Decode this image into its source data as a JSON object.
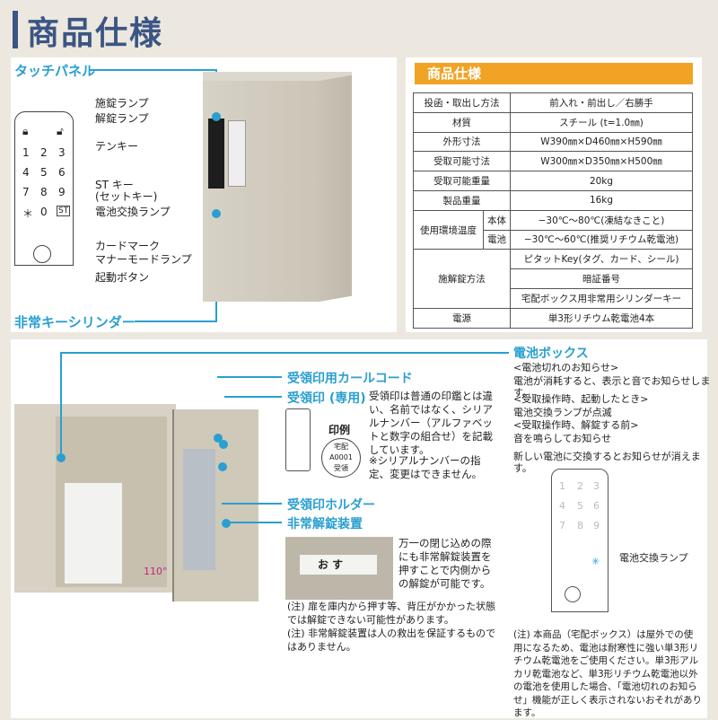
{
  "page_title": "商品仕様",
  "top_left": {
    "touch_panel_label": "タッチパネル",
    "emergency_cylinder_label": "非常キーシリンダー",
    "callouts": {
      "lock_lamp": "施錠ランプ",
      "unlock_lamp": "解錠ランプ",
      "tenkey": "テンキー",
      "st_key_1": "ST キー",
      "st_key_2": "(セットキー)",
      "battery_lamp": "電池交換ランプ",
      "card_mark": "カードマーク",
      "manner_lamp": "マナーモードランプ",
      "start_button": "起動ボタン"
    },
    "keypad_keys": [
      "1",
      "2",
      "3",
      "4",
      "5",
      "6",
      "7",
      "8",
      "9",
      "＊",
      "0",
      "ST"
    ]
  },
  "spec_table": {
    "header": "商品仕様",
    "rows": [
      {
        "label": "投函・取出し方法",
        "value": "前入れ・前出し／右勝手"
      },
      {
        "label": "材質",
        "value": "スチール (t=1.0㎜)"
      },
      {
        "label": "外形寸法",
        "value": "W390㎜×D460㎜×H590㎜"
      },
      {
        "label": "受取可能寸法",
        "value": "W300㎜×D350㎜×H500㎜"
      },
      {
        "label": "受取可能重量",
        "value": "20kg"
      },
      {
        "label": "製品重量",
        "value": "16kg"
      }
    ],
    "env_temp": {
      "label": "使用環境温度",
      "body_label": "本体",
      "body_value": "−30℃〜80℃(凍結なきこと)",
      "battery_label": "電池",
      "battery_value": "−30℃〜60℃(推奨リチウム乾電池)"
    },
    "lock_method": {
      "label": "施解錠方法",
      "values": [
        "ピタットKey(タグ、カード、シール)",
        "暗証番号",
        "宅配ボックス用非常用シリンダーキー"
      ]
    },
    "power": {
      "label": "電源",
      "value": "単3形リチウム乾電池4本"
    }
  },
  "bottom": {
    "angle": "110°",
    "curl_cord": "受領印用カールコード",
    "stamp_title": "受領印 (専用)",
    "stamp_desc": "受領印は普通の印鑑とは違い、名前ではなく、シリアルナンバー（アルファベットと数字の組合せ）を記載しています。",
    "stamp_note": "※シリアルナンバーの指定、変更はできません。",
    "stamp_example_label": "印例",
    "stamp_example_lines": [
      "宅配",
      "A0001",
      "受領"
    ],
    "holder": "受領印ホルダー",
    "emergency_release": "非常解錠装置",
    "emergency_plate": "お す",
    "emergency_desc": "万一の閉じ込めの際にも非常解錠装置を押すことで内側からの解錠が可能です。",
    "notes": [
      "(注) 扉を庫内から押す等、背圧がかかった状態では解錠できない可能性があります。",
      "(注) 非常解錠装置は人の救出を保証するものではありません。"
    ],
    "battery_box": {
      "title": "電池ボックス",
      "h1": "<電池切れのお知らせ>",
      "p1": "電池が消耗すると、表示と音でお知らせします。",
      "h2": "<受取操作時、起動したとき>",
      "p2": "電池交換ランプが点滅",
      "h3": "<受取操作時、解錠する前>",
      "p3": "音を鳴らしてお知らせ",
      "p4": "新しい電池に交換するとお知らせが消えます。",
      "lamp_label": "電池交換ランプ",
      "note": "(注) 本商品（宅配ボックス）は屋外での使用になるため、電池は耐寒性に強い単3形リチウム乾電池をご使用ください。単3形アルカリ乾電池など、単3形リチウム乾電池以外の電池を使用した場合、「電池切れのお知らせ」機能が正しく表示されないおそれがあります。"
    }
  },
  "colors": {
    "accent_blue": "#2a9fd0",
    "title_navy": "#3b5584",
    "orange": "#f0a324",
    "magenta": "#c0267f"
  }
}
